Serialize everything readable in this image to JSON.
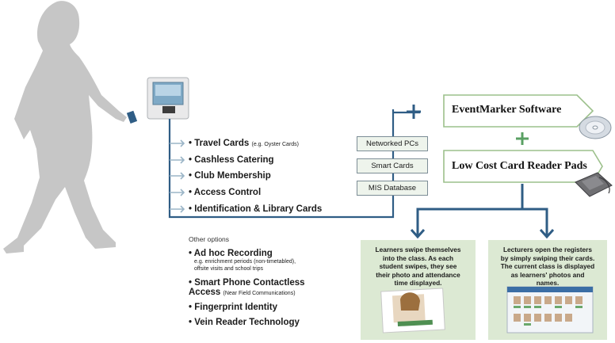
{
  "features": [
    {
      "label": "Travel Cards",
      "note": "(e.g. Oyster Cards)"
    },
    {
      "label": "Cashless Catering",
      "note": ""
    },
    {
      "label": "Club Membership",
      "note": ""
    },
    {
      "label": "Access Control",
      "note": ""
    },
    {
      "label": "Identification & Library Cards",
      "note": ""
    }
  ],
  "other_options": {
    "label": "Other options",
    "items": [
      {
        "label": "Ad hoc Recording",
        "note": "e.g. enrichment periods (non-timetabled), offsite visits and school trips"
      },
      {
        "label": "Smart Phone Contactless Access",
        "note": "(Near Field Communications)"
      },
      {
        "label": "Fingerprint Identity",
        "note": ""
      },
      {
        "label": "Vein Reader Technology",
        "note": ""
      }
    ]
  },
  "data_boxes": [
    "Networked PCs",
    "Smart Cards",
    "MIS Database"
  ],
  "products": {
    "software": "EventMarker Software",
    "readers": "Low Cost Card Reader Pads"
  },
  "panels": {
    "learners": "Learners swipe themselves into the class. As each student swipes, they see their photo and attendance time displayed.",
    "lecturers": "Lecturers open the registers by simply swiping their cards. The current class is displayed as learners' photos and names."
  },
  "colors": {
    "silhouette": "#c6c6c6",
    "connector": "#2f5d85",
    "panel": "#dce9d3",
    "tag_border": "#9cc08b"
  },
  "icons": [
    "bullet-arrow-icon",
    "plus-icon",
    "cd-icon",
    "card-reader-icon",
    "wall-terminal-icon",
    "card-icon"
  ]
}
